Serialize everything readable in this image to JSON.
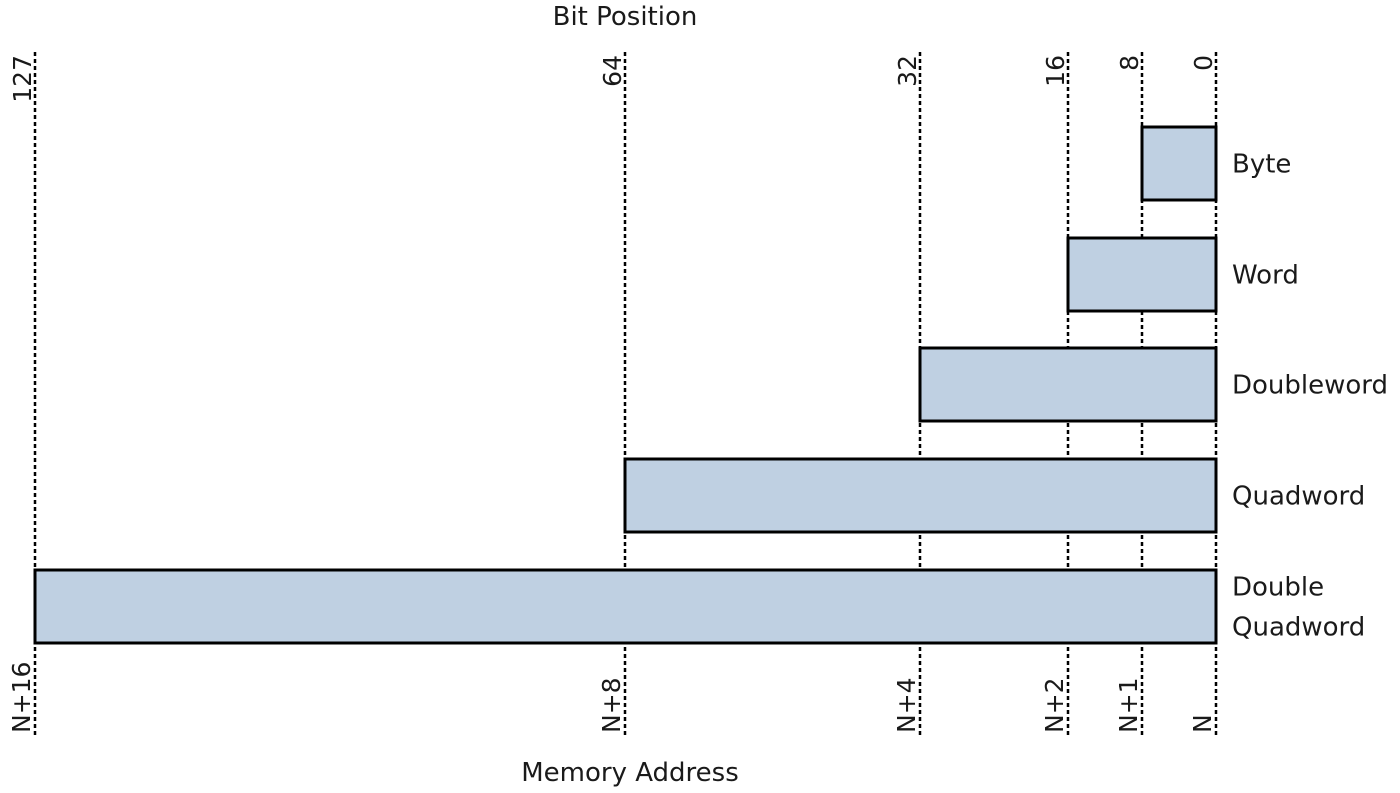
{
  "title_top": "Bit Position",
  "title_bottom": "Memory Address",
  "bit_positions": [
    "127",
    "64",
    "32",
    "16",
    "8",
    "0"
  ],
  "memory_addresses": [
    "N+16",
    "N+8",
    "N+4",
    "N+2",
    "N+1",
    "N"
  ],
  "data_types": [
    {
      "name": "byte",
      "label_lines": [
        "Byte"
      ],
      "size_bits": 8
    },
    {
      "name": "word",
      "label_lines": [
        "Word"
      ],
      "size_bits": 16
    },
    {
      "name": "doubleword",
      "label_lines": [
        "Doubleword"
      ],
      "size_bits": 32
    },
    {
      "name": "quadword",
      "label_lines": [
        "Quadword"
      ],
      "size_bits": 64
    },
    {
      "name": "double-quadword",
      "label_lines": [
        "Double",
        "Quadword"
      ],
      "size_bits": 128
    }
  ],
  "colors": {
    "bar_fill": "#bfd0e2",
    "line": "#000000"
  }
}
